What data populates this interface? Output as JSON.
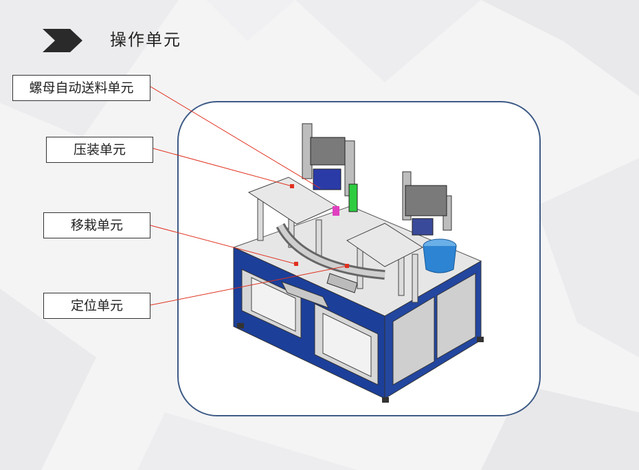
{
  "slide": {
    "title": "操作单元",
    "accent_color": "#3d5a85",
    "chevron_color": "#2a2a2a",
    "icon": "chevron-right-icon"
  },
  "labels": [
    {
      "text": "螺母自动送料单元"
    },
    {
      "text": "压装单元"
    },
    {
      "text": "移栽单元"
    },
    {
      "text": "定位单元"
    }
  ],
  "leader_color": "#e0301e"
}
